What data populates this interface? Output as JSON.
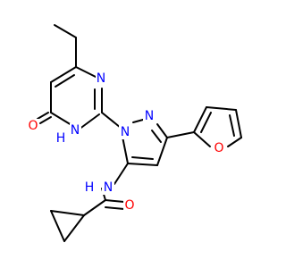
{
  "colors": {
    "background": "#ffffff",
    "bond": "#000000",
    "oxygen": "#ff0000",
    "nitrogen": "#0000ff"
  },
  "atoms": {
    "o_carbonyl_pyrimidine": {
      "text": "O",
      "color": "#ff0000"
    },
    "n_h_pyrimidine": {
      "text": "N",
      "color": "#0000ff"
    },
    "h_on_n_pyrimidine": {
      "text": "H",
      "color": "#0000ff"
    },
    "n_pyrimidine_top": {
      "text": "N",
      "color": "#0000ff"
    },
    "n_pyrazole_1": {
      "text": "N",
      "color": "#0000ff"
    },
    "n_pyrazole_2": {
      "text": "N",
      "color": "#0000ff"
    },
    "o_furan": {
      "text": "O",
      "color": "#ff0000"
    },
    "n_amide": {
      "text": "N",
      "color": "#0000ff"
    },
    "h_on_n_amide": {
      "text": "H",
      "color": "#0000ff"
    },
    "o_amide": {
      "text": "O",
      "color": "#ff0000"
    }
  }
}
